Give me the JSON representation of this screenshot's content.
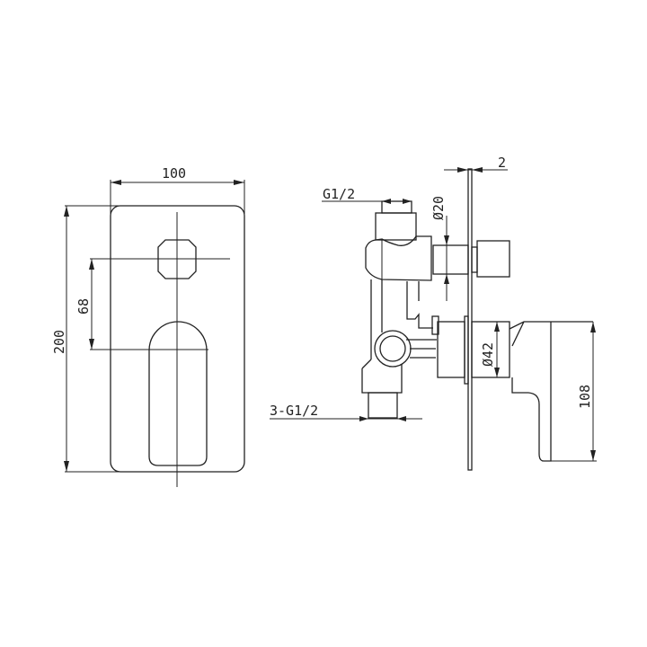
{
  "front_view": {
    "width_label": "100",
    "height_label": "200",
    "offset_label": "68"
  },
  "side_view": {
    "plate_thickness_label": "2",
    "top_thread_label": "G1/2",
    "stem_diameter_label": "Ø20",
    "bottom_thread_label": "3-G1/2",
    "body_diameter_label": "Ø42",
    "handle_height_label": "108"
  },
  "colors": {
    "line": "#222222",
    "background": "#ffffff"
  }
}
